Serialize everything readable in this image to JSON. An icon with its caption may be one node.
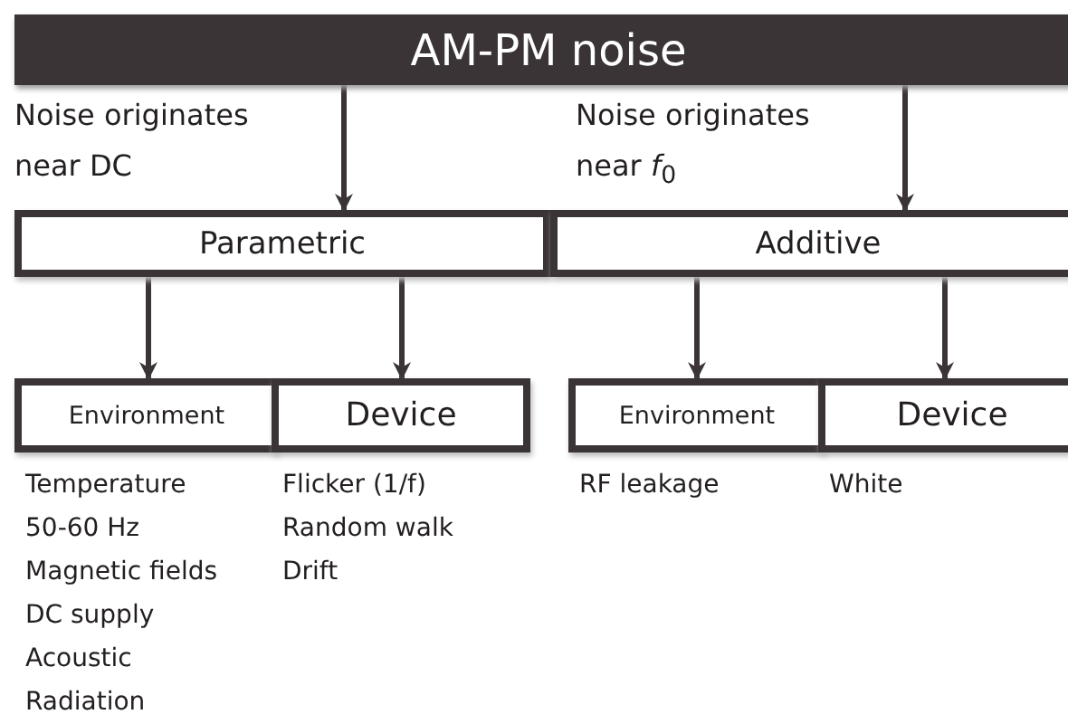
{
  "diagram": {
    "nodes": [
      {
        "text": [
          "AM-PM noise"
        ]
      },
      {
        "text": [
          "Parametric"
        ]
      },
      {
        "text": [
          "Additive"
        ]
      },
      {
        "text": [
          "Environment"
        ],
        "beside": [
          "Temperature",
          "50-60 Hz",
          "Magnetic fields",
          "DC supply",
          "Acoustic",
          "Radiation"
        ]
      },
      {
        "text": [
          "Device"
        ],
        "beside": [
          "Flicker (1/f)",
          "Random walk",
          "Drift"
        ]
      },
      {
        "text": [
          "Environment"
        ],
        "beside": [
          "RF leakage"
        ]
      },
      {
        "text": [
          "Device"
        ],
        "beside": [
          "White"
        ]
      }
    ],
    "edges": [
      {
        "from": 0,
        "to": 1,
        "arrow": "to",
        "label": "Noise originates near DC"
      },
      {
        "from": 0,
        "to": 2,
        "arrow": "to",
        "label": "Noise originates near *f*$_{0}$"
      },
      {
        "from": 1,
        "to": 3,
        "arrow": "to"
      },
      {
        "from": 1,
        "to": 4,
        "arrow": "to"
      },
      {
        "from": 2,
        "to": 5,
        "arrow": "to"
      },
      {
        "from": 2,
        "to": 6,
        "arrow": "to"
      }
    ]
  }
}
